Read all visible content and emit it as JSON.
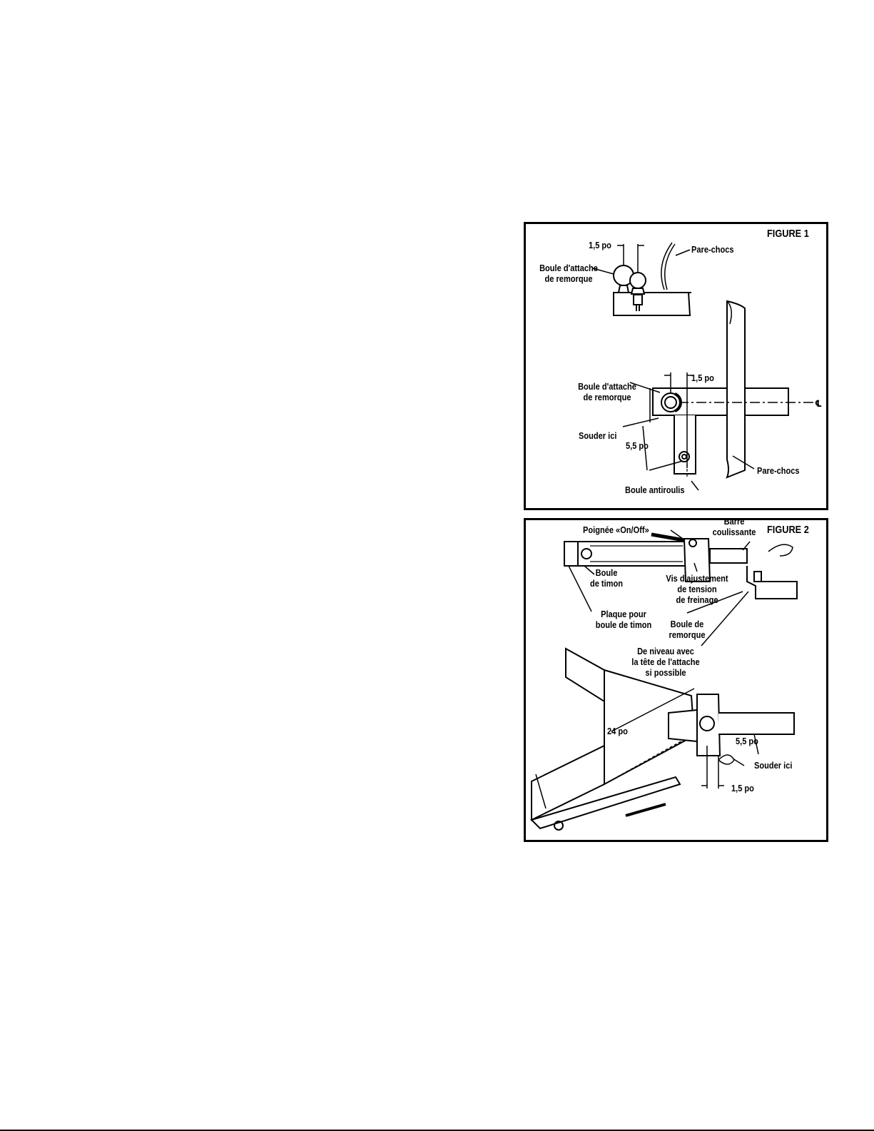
{
  "figure1": {
    "title": "FIGURE 1",
    "labels": {
      "dim_top": "1,5 po",
      "ball_top": "Boule d'attache\nde remorque",
      "bumper_top": "Pare-chocs",
      "dim_mid": "1,5 po",
      "ball_mid": "Boule d'attache\nde remorque",
      "weld": "Souder ici",
      "dim_diag": "5,5 po",
      "bumper_side": "Pare-chocs",
      "sway_ball": "Boule antiroulis",
      "centerline": "℄"
    }
  },
  "figure2": {
    "title": "FIGURE 2",
    "labels": {
      "handle": "Poignée «On/Off»",
      "slide_bar": "Barre\ncoulissante",
      "tongue_ball": "Boule\nde timon",
      "adjust_screw": "Vis d'ajustement\nde tension\nde freinage",
      "plate": "Plaque pour\nboule de timon",
      "trailer_ball": "Boule de\nremorque",
      "level": "De niveau avec\nla tête de l'attache\nsi possible",
      "dim_24": "24 po",
      "dim_55": "5,5 po",
      "weld": "Souder ici",
      "dim_15": "1,5 po"
    }
  },
  "colors": {
    "ink": "#000000",
    "paper": "#ffffff"
  }
}
